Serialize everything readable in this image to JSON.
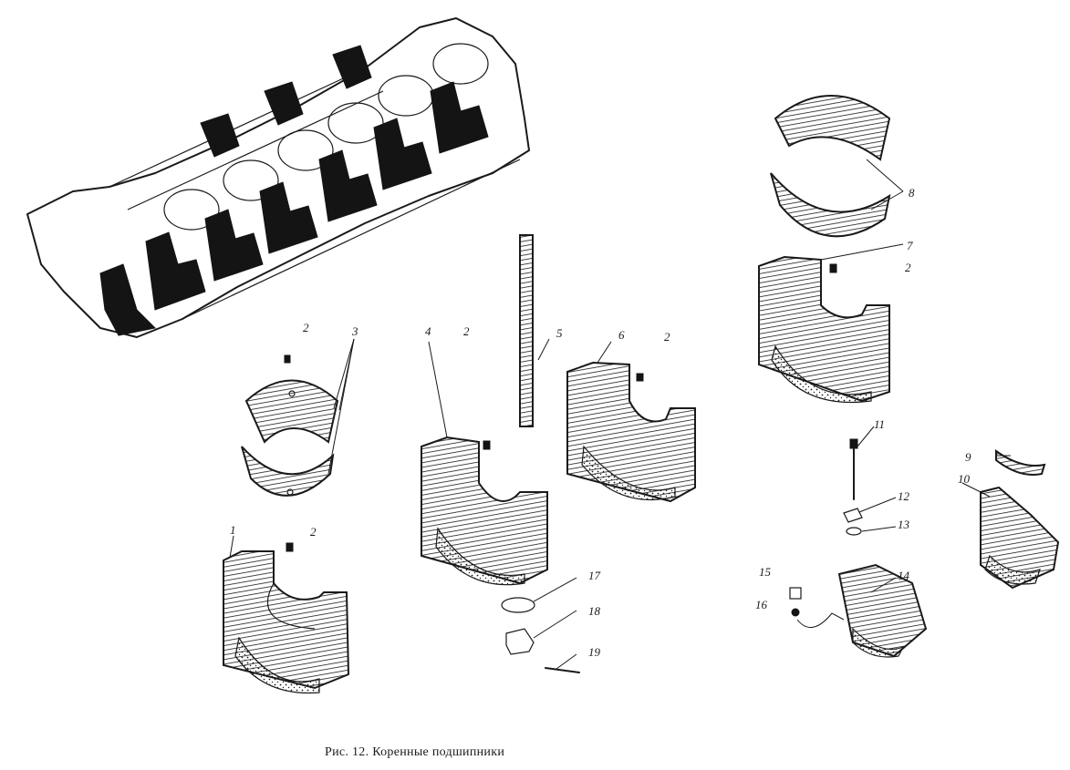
{
  "caption": "Рис. 12. Коренные подшипники",
  "callouts": {
    "c1": "1",
    "c2a": "2",
    "c2b": "2",
    "c2c": "2",
    "c2d": "2",
    "c2e": "2",
    "c3": "3",
    "c4": "4",
    "c5": "5",
    "c6": "6",
    "c7": "7",
    "c8": "8",
    "c9": "9",
    "c10": "10",
    "c11": "11",
    "c12": "12",
    "c13": "13",
    "c14": "14",
    "c15": "15",
    "c16": "16",
    "c17": "17",
    "c18": "18",
    "c19": "19"
  }
}
